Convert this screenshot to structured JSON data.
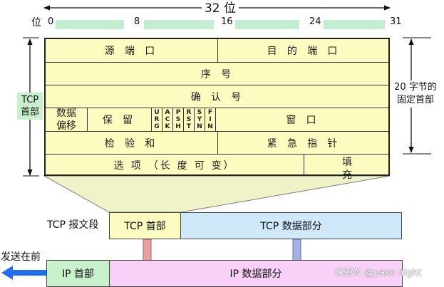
{
  "width_label": "32 位",
  "bit_label": "位",
  "bits": [
    "0",
    "8",
    "16",
    "24",
    "31"
  ],
  "fields": {
    "src_port": "源 端 口",
    "dst_port": "目 的 端 口",
    "seq": "序 号",
    "ack": "确 认 号",
    "offset_line1": "数据",
    "offset_line2": "偏移",
    "reserved": "保 留",
    "flags": [
      [
        "U",
        "R",
        "G"
      ],
      [
        "A",
        "C",
        "K"
      ],
      [
        "P",
        "S",
        "H"
      ],
      [
        "R",
        "S",
        "T"
      ],
      [
        "S",
        "Y",
        "N"
      ],
      [
        "F",
        "I",
        "N"
      ]
    ],
    "window": "窗 口",
    "checksum": "检 验 和",
    "urgent": "紧 急 指 针",
    "options": "选 项 （长 度 可 变）",
    "padding_line1": "填",
    "padding_line2": "充"
  },
  "side_left_line1": "TCP",
  "side_left_line2": "首部",
  "side_right_line1": "20 字节的",
  "side_right_line2": "固定首部",
  "segment_label": "TCP 报文段",
  "tcp_header": "TCP 首部",
  "tcp_data": "TCP 数据部分",
  "send_first": "发送在前",
  "ip_header": "IP 首部",
  "ip_data": "IP 数据部分",
  "watermark": "CSDN @pass night",
  "colors": {
    "header_fill": "#fcfbc0",
    "bit_bar": "#c4ecd1",
    "tcp_data_fill": "#cfe9fb",
    "ip_header_fill": "#c8f0cb",
    "ip_data_fill": "#f8d0f8",
    "funnel_fill": "#f0f2c8",
    "arrow_fill": "#1f6ff0",
    "down_arrow_1": "#e8a0a0",
    "down_arrow_2": "#a0b2e8"
  }
}
